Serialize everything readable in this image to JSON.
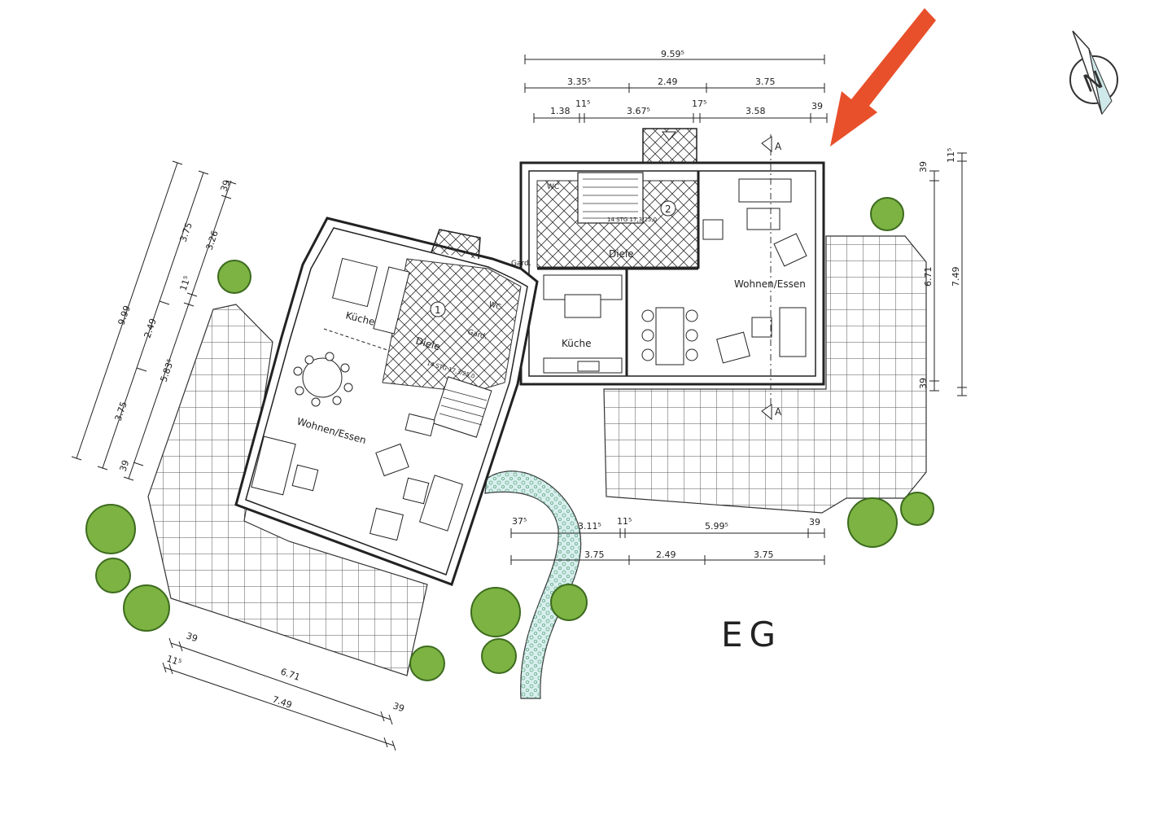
{
  "floor_label": "EG",
  "colors": {
    "arrow": "#e8502b",
    "tree_fill": "#7cb342",
    "tree_edge": "#3d6b1f",
    "path_fill": "#d8efee",
    "line": "#222222",
    "paving": "#555555"
  },
  "rooms": {
    "unit1_kitchen": "Küche",
    "unit1_hall": "Diele",
    "unit1_living": "Wohnen/Essen",
    "unit1_wc": "WC",
    "unit1_wardrobe": "Gard.",
    "unit1_stair": "14 STG 17,3/25,0",
    "unit1_number": "1",
    "unit2_kitchen": "Küche",
    "unit2_hall": "Diele",
    "unit2_living": "Wohnen/Essen",
    "unit2_wc": "WC",
    "unit2_wardrobe": "Gard.",
    "unit2_stair": "14 STG 17,3/25,0",
    "unit2_number": "2"
  },
  "section_marker": "A",
  "dimensions": {
    "top_overall": "9.59⁵",
    "top_mid": [
      "3.35⁵",
      "2.49",
      "3.75"
    ],
    "top_detail": [
      "1.38",
      "11⁵",
      "3.67⁵",
      "17⁵",
      "3.58",
      "39"
    ],
    "right_outer": [
      "39",
      "7.49",
      "11⁵"
    ],
    "right_inner": [
      "6.71",
      "39"
    ],
    "bottom_detail": [
      "37⁵",
      "3.11⁵",
      "11⁵",
      "5.99⁵",
      "39"
    ],
    "bottom_mid": [
      "3.75",
      "2.49",
      "3.75"
    ],
    "left_overall": "9.99",
    "left_mid": [
      "3.75",
      "2.49",
      "3.75"
    ],
    "left_detail": [
      "39",
      "3.26",
      "11⁵",
      "5.83⁵",
      "39"
    ],
    "lower_left_inner": [
      "39",
      "6.71"
    ],
    "lower_left_outer": [
      "11⁵",
      "7.49",
      "39"
    ]
  },
  "compass_letter": "N"
}
